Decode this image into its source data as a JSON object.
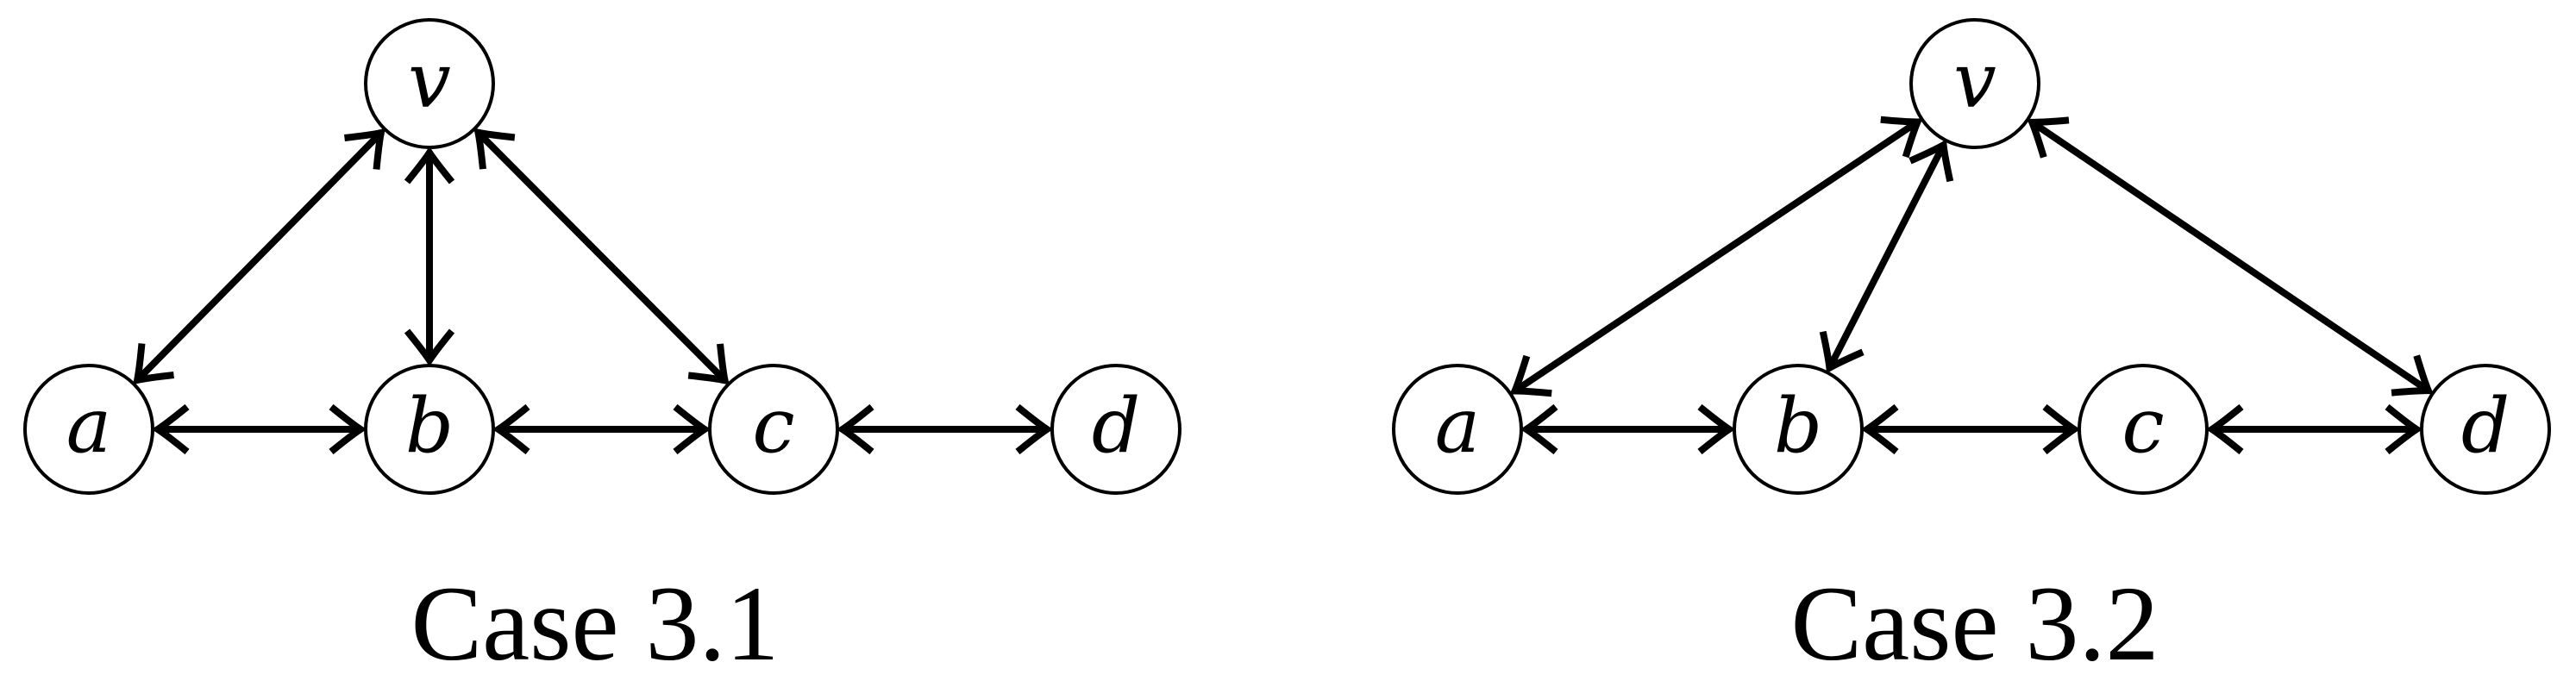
{
  "colors": {
    "stroke": "#000000",
    "background": "#ffffff"
  },
  "panels": [
    {
      "caption": "Case 3.1",
      "nodes": [
        {
          "id": "v",
          "label": "v"
        },
        {
          "id": "a",
          "label": "a"
        },
        {
          "id": "b",
          "label": "b"
        },
        {
          "id": "c",
          "label": "c"
        },
        {
          "id": "d",
          "label": "d"
        }
      ],
      "edges": [
        {
          "from": "v",
          "to": "a",
          "direction": "both"
        },
        {
          "from": "v",
          "to": "b",
          "direction": "both"
        },
        {
          "from": "v",
          "to": "c",
          "direction": "both"
        },
        {
          "from": "a",
          "to": "b",
          "direction": "both"
        },
        {
          "from": "b",
          "to": "c",
          "direction": "both"
        },
        {
          "from": "c",
          "to": "d",
          "direction": "both"
        }
      ]
    },
    {
      "caption": "Case 3.2",
      "nodes": [
        {
          "id": "v",
          "label": "v"
        },
        {
          "id": "a",
          "label": "a"
        },
        {
          "id": "b",
          "label": "b"
        },
        {
          "id": "c",
          "label": "c"
        },
        {
          "id": "d",
          "label": "d"
        }
      ],
      "edges": [
        {
          "from": "v",
          "to": "a",
          "direction": "both"
        },
        {
          "from": "v",
          "to": "b",
          "direction": "both"
        },
        {
          "from": "v",
          "to": "d",
          "direction": "both"
        },
        {
          "from": "a",
          "to": "b",
          "direction": "both"
        },
        {
          "from": "b",
          "to": "c",
          "direction": "both"
        },
        {
          "from": "c",
          "to": "d",
          "direction": "both"
        }
      ]
    }
  ]
}
